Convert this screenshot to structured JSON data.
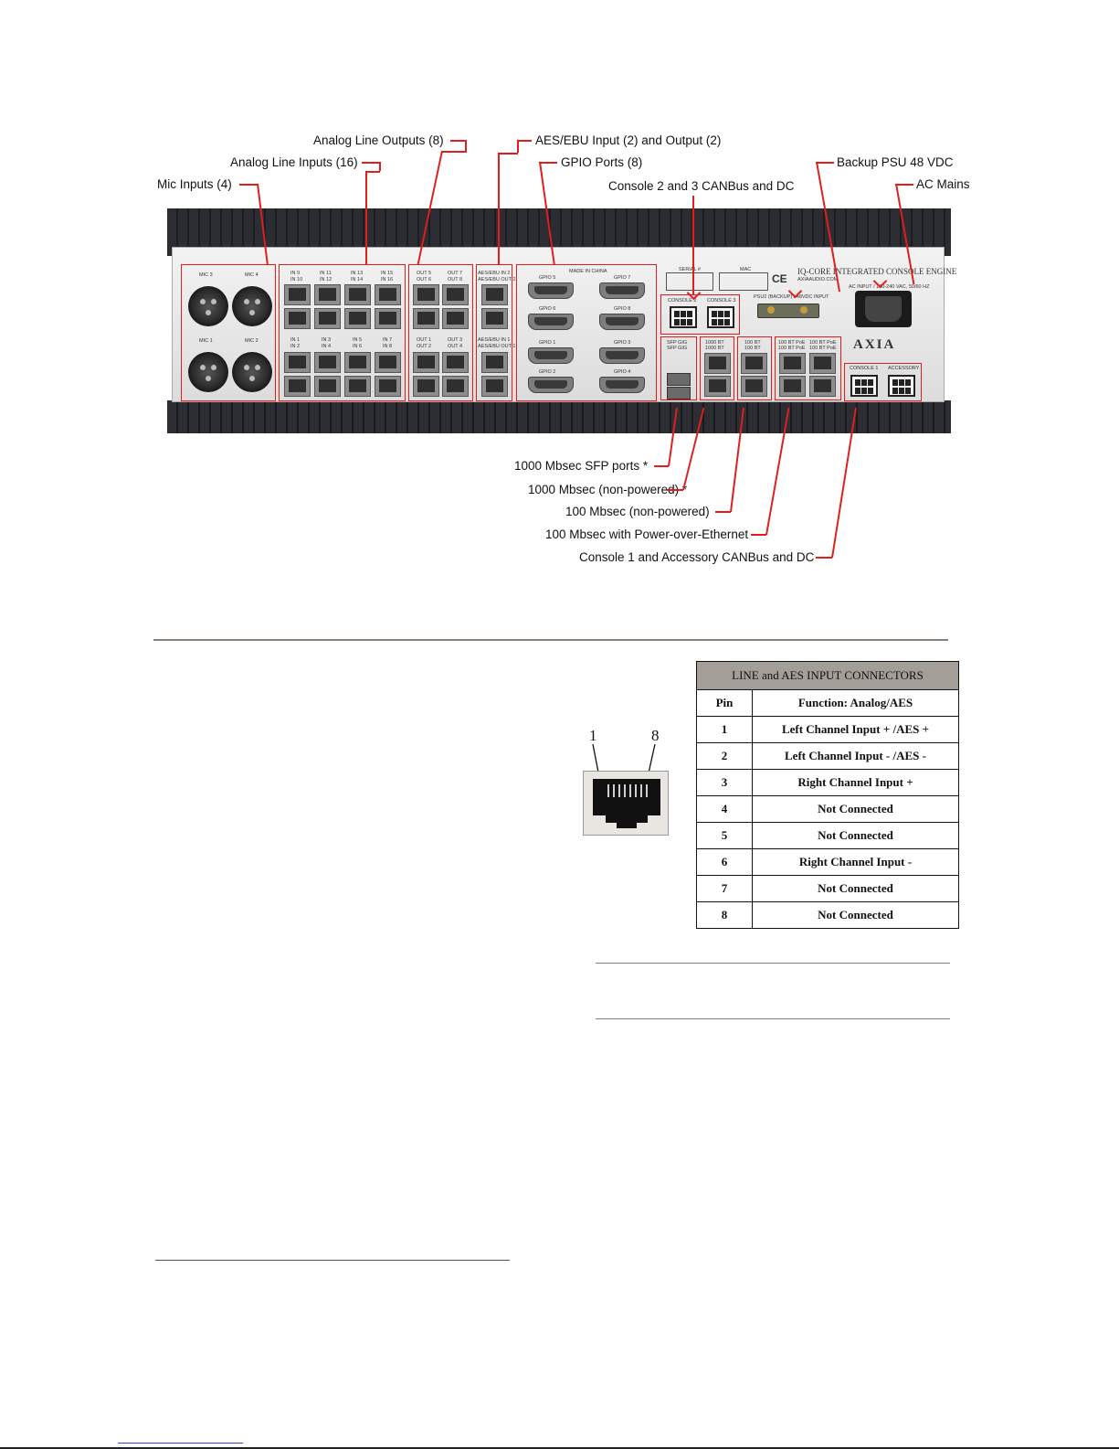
{
  "callouts": {
    "analog_line_outputs": "Analog Line Outputs (8)",
    "aes_ebu": "AES/EBU Input (2) and Output (2)",
    "analog_line_inputs": "Analog Line Inputs (16)",
    "gpio_ports": "GPIO Ports (8)",
    "backup_psu": "Backup PSU 48 VDC",
    "mic_inputs": "Mic Inputs (4)",
    "console_2_3": "Console 2 and 3 CANBus and DC",
    "ac_mains": "AC Mains",
    "sfp_ports": "1000 Mbsec SFP ports *",
    "gig_non_powered": "1000 Mbsec (non-powered) *",
    "hundred_non_powered": "100 Mbsec (non-powered)",
    "hundred_poe": "100 Mbsec with Power-over-Ethernet",
    "console_1_accessory": "Console 1 and Accessory CANBus and DC"
  },
  "panel_labels": {
    "mic3": "MIC 3",
    "mic4": "MIC 4",
    "mic1": "MIC 1",
    "mic2": "MIC 2",
    "in_top": [
      "IN 9",
      "IN 11",
      "IN 13",
      "IN 15"
    ],
    "in_top2": [
      "IN 10",
      "IN 12",
      "IN 14",
      "IN 16"
    ],
    "in_bot": [
      "IN 1",
      "IN 3",
      "IN 5",
      "IN 7"
    ],
    "in_bot2": [
      "IN 2",
      "IN 4",
      "IN 6",
      "IN 8"
    ],
    "out_top": [
      "OUT 5",
      "OUT 7"
    ],
    "out_top2": [
      "OUT 6",
      "OUT 8"
    ],
    "out_bot": [
      "OUT 1",
      "OUT 3"
    ],
    "out_bot2": [
      "OUT 2",
      "OUT 4"
    ],
    "aes_top": "AES/EBU IN 2",
    "aes_top2": "AES/EBU OUT 2",
    "aes_bot": "AES/EBU IN 1",
    "aes_bot2": "AES/EBU OUT 1",
    "made_in": "MADE IN CHINA",
    "gpio": [
      "GPIO 5",
      "GPIO 7",
      "GPIO 6",
      "GPIO 8",
      "GPIO 1",
      "GPIO 3",
      "GPIO 2",
      "GPIO 4"
    ],
    "serial": "SERIAL #",
    "mac": "MAC",
    "console2": "CONSOLE 2",
    "console3": "CONSOLE 3",
    "psu2": "PSU2 (BACKUP) / 48VDC INPUT",
    "engine_title": "IQ-CORE INTEGRATED CONSOLE ENGINE",
    "engine_url": "AXIAAUDIO.COM",
    "ac_input": "AC INPUT / 100-240 VAC, 50/60 HZ",
    "ce": "CE",
    "brand": "AXIA",
    "sfp_gig": "SFP GIG",
    "gig_bt": "1000 BT",
    "hundred_bt": "100 BT",
    "poe_bt": "100 BT PoE",
    "console1": "CONSOLE 1",
    "accessory": "ACCESSORY"
  },
  "rj45_diagram": {
    "pin_left": "1",
    "pin_right": "8"
  },
  "pin_table": {
    "title": "LINE and AES INPUT CONNECTORS",
    "header": [
      "Pin",
      "Function: Analog/AES"
    ],
    "rows": [
      [
        "1",
        "Left Channel Input + /AES +"
      ],
      [
        "2",
        "Left Channel Input - /AES -"
      ],
      [
        "3",
        "Right Channel Input +"
      ],
      [
        "4",
        "Not Connected"
      ],
      [
        "5",
        "Not Connected"
      ],
      [
        "6",
        "Right Channel Input -"
      ],
      [
        "7",
        "Not Connected"
      ],
      [
        "8",
        "Not Connected"
      ]
    ]
  }
}
